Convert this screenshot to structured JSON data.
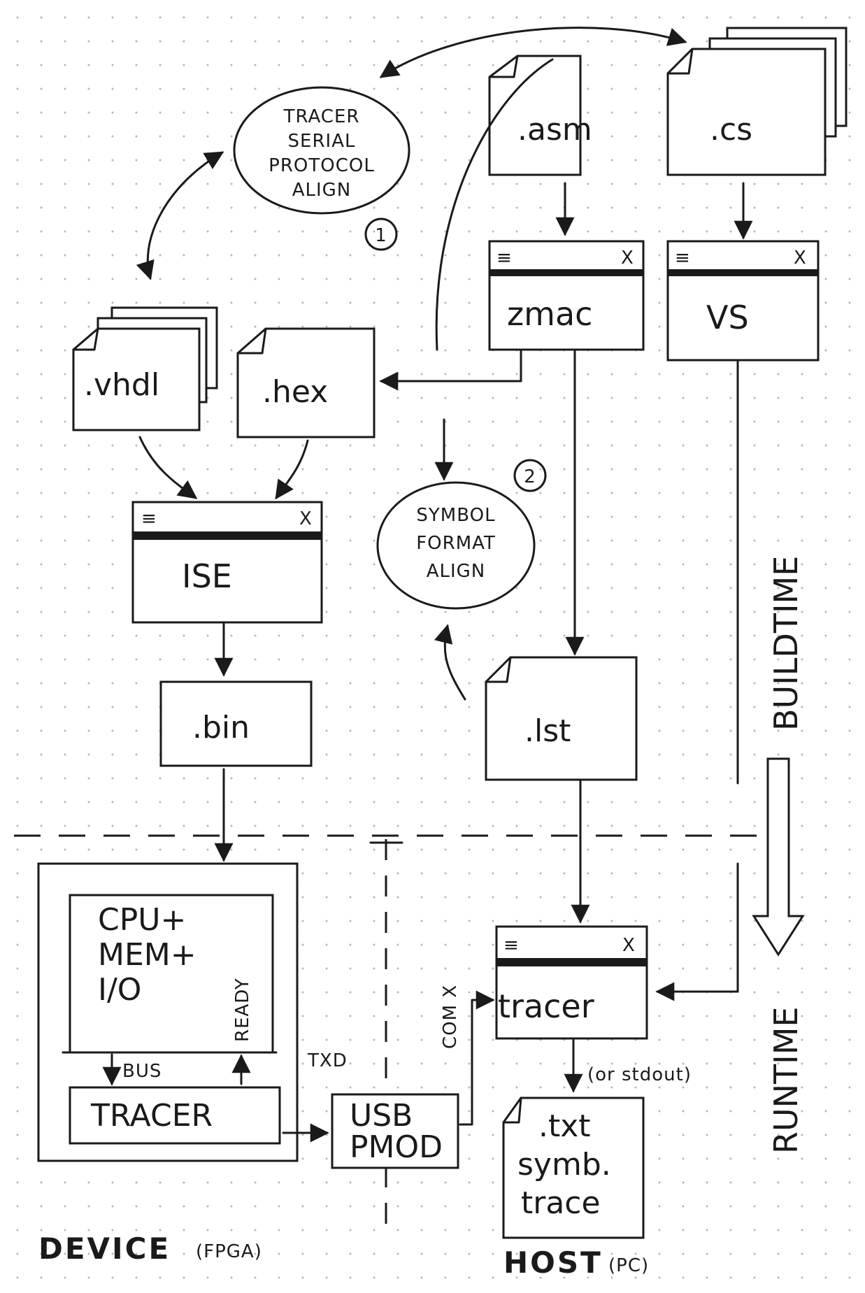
{
  "labels": {
    "asm": ".asm",
    "cs": ".cs",
    "zmac": "zmac",
    "vs": "VS",
    "vhdl": ".vhdl",
    "hex": ".hex",
    "ise": "ISE",
    "bin": ".bin",
    "lst": ".lst",
    "tracer_app": "tracer",
    "bubble1": [
      "TRACER",
      "SERIAL",
      "PROTOCOL",
      "ALIGN"
    ],
    "bubble1_num": "1",
    "bubble2": [
      "SYMBOL",
      "FORMAT",
      "ALIGN"
    ],
    "bubble2_num": "2",
    "cpu": [
      "CPU+",
      "MEM+",
      "I/O"
    ],
    "ready": "READY",
    "bus": "BUS",
    "tracer_hw": "TRACER",
    "txd": "TXD",
    "usb": [
      "USB",
      "PMOD"
    ],
    "comx": "COM X",
    "or_stdout": "(or stdout)",
    "txt": [
      ".txt",
      "symb.",
      "trace"
    ],
    "device": "DEVICE",
    "device_sub": "(FPGA)",
    "host": "HOST",
    "host_sub": "(PC)",
    "buildtime": "BUILDTIME",
    "runtime": "RUNTIME"
  },
  "window_icons": {
    "menu": "≡",
    "close": "X"
  }
}
